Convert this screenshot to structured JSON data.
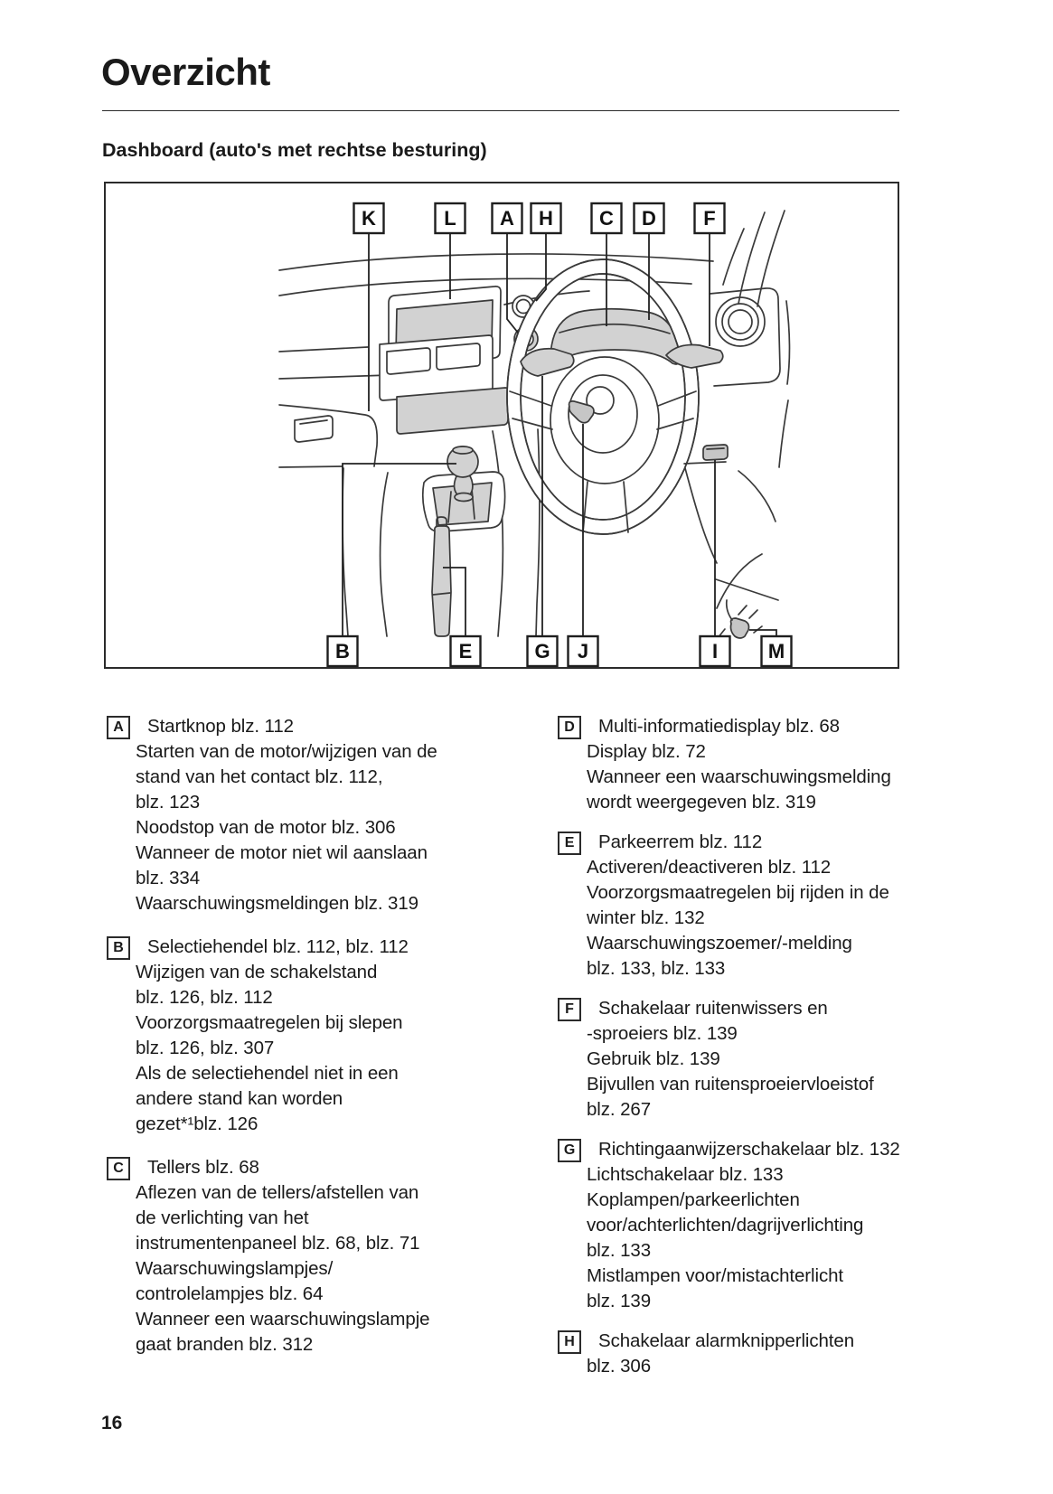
{
  "page": {
    "title": "Overzicht",
    "subtitle": "Dashboard (auto's met rechtse besturing)",
    "page_number": "16"
  },
  "diagram": {
    "top_labels": [
      "K",
      "L",
      "A",
      "H",
      "C",
      "D",
      "F"
    ],
    "bottom_labels": [
      "B",
      "E",
      "G",
      "J",
      "I",
      "M"
    ],
    "shade_color": "#d2d2d2",
    "line_color": "#3a3a3a"
  },
  "legend": {
    "left": [
      {
        "label": "A",
        "lines": [
          "Startknop blz. 112",
          "Starten van de motor/wijzigen van de",
          "stand van het contact blz. 112,",
          "blz. 123",
          "Noodstop van de motor blz. 306",
          "Wanneer de motor niet wil aanslaan",
          "blz. 334",
          "Waarschuwingsmeldingen blz. 319"
        ]
      },
      {
        "label": "B",
        "lines": [
          "Selectiehendel blz. 112, blz. 112",
          "Wijzigen van de schakelstand",
          "blz. 126, blz. 112",
          "Voorzorgsmaatregelen bij slepen",
          "blz. 126, blz. 307",
          "Als de selectiehendel niet in een",
          "andere stand kan worden",
          "gezet*¹blz. 126"
        ]
      },
      {
        "label": "C",
        "lines": [
          "Tellers blz. 68",
          "Aflezen van de tellers/afstellen van",
          "de verlichting van het",
          "instrumentenpaneel blz. 68, blz. 71",
          "Waarschuwingslampjes/",
          "controlelampjes blz. 64",
          "Wanneer een waarschuwingslampje",
          "gaat branden blz. 312"
        ]
      }
    ],
    "right": [
      {
        "label": "D",
        "lines": [
          "Multi-informatiedisplay blz. 68",
          "Display blz. 72",
          "Wanneer een waarschuwingsmelding",
          "wordt weergegeven blz. 319"
        ]
      },
      {
        "label": "E",
        "lines": [
          "Parkeerrem blz. 112",
          "Activeren/deactiveren blz. 112",
          "Voorzorgsmaatregelen bij rijden in de",
          "winter blz. 132",
          "Waarschuwingszoemer/-melding",
          "blz. 133, blz. 133"
        ]
      },
      {
        "label": "F",
        "lines": [
          "Schakelaar ruitenwissers en",
          "-sproeiers blz. 139",
          "Gebruik blz. 139",
          "Bijvullen van ruitensproeiervloeistof",
          "blz. 267"
        ]
      },
      {
        "label": "G",
        "lines": [
          "Richtingaanwijzerschakelaar blz. 132",
          "Lichtschakelaar blz. 133",
          "Koplampen/parkeerlichten",
          "voor/achterlichten/dagrijverlichting",
          "blz. 133",
          "Mistlampen voor/mistachterlicht",
          "blz. 139"
        ]
      },
      {
        "label": "H",
        "lines": [
          "Schakelaar alarmknipperlichten",
          "blz. 306"
        ]
      }
    ]
  }
}
